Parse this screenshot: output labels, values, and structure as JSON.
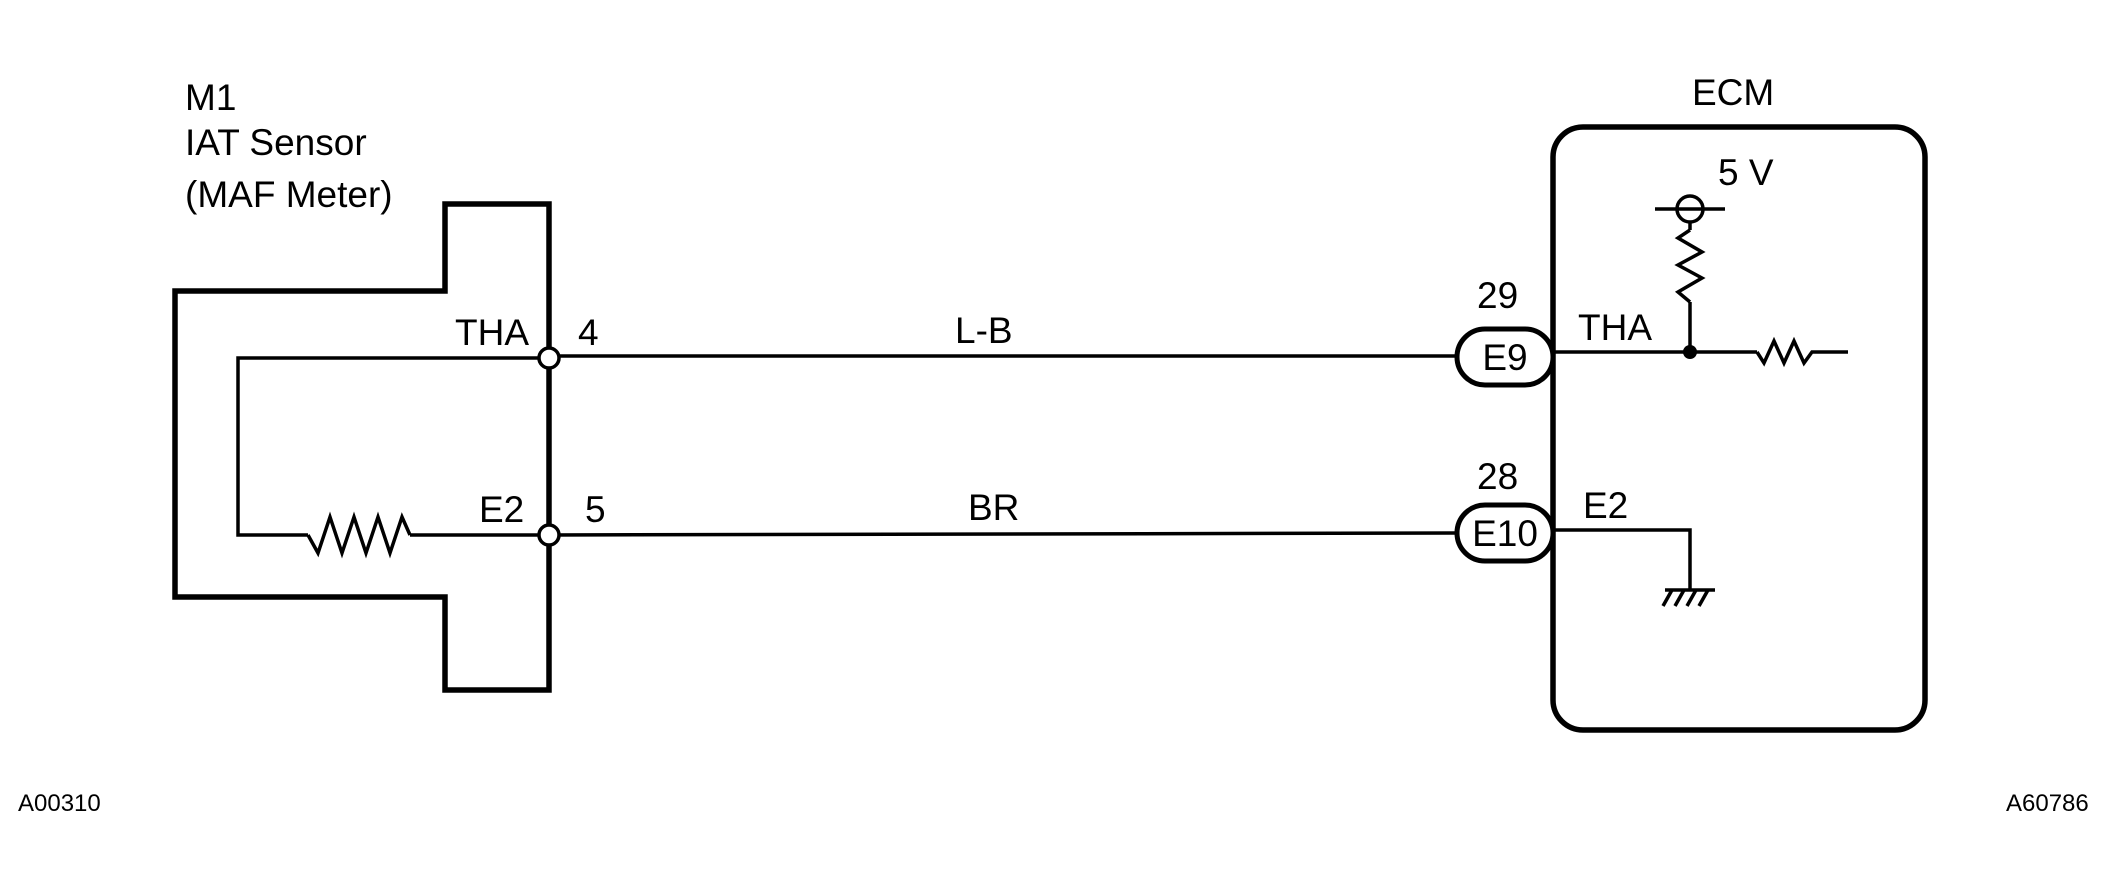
{
  "sensor": {
    "id": "M1",
    "name": "IAT Sensor",
    "subname": "(MAF Meter)",
    "pins": [
      {
        "name": "THA",
        "number": "4"
      },
      {
        "name": "E2",
        "number": "5"
      }
    ]
  },
  "wires": [
    {
      "color": "L-B"
    },
    {
      "color": "BR"
    }
  ],
  "ecm": {
    "title": "ECM",
    "supply": "5 V",
    "connectors": [
      {
        "pin": "29",
        "connector": "E9",
        "signal": "THA"
      },
      {
        "pin": "28",
        "connector": "E10",
        "signal": "E2"
      }
    ]
  },
  "codes": {
    "left": "A00310",
    "right": "A60786"
  }
}
